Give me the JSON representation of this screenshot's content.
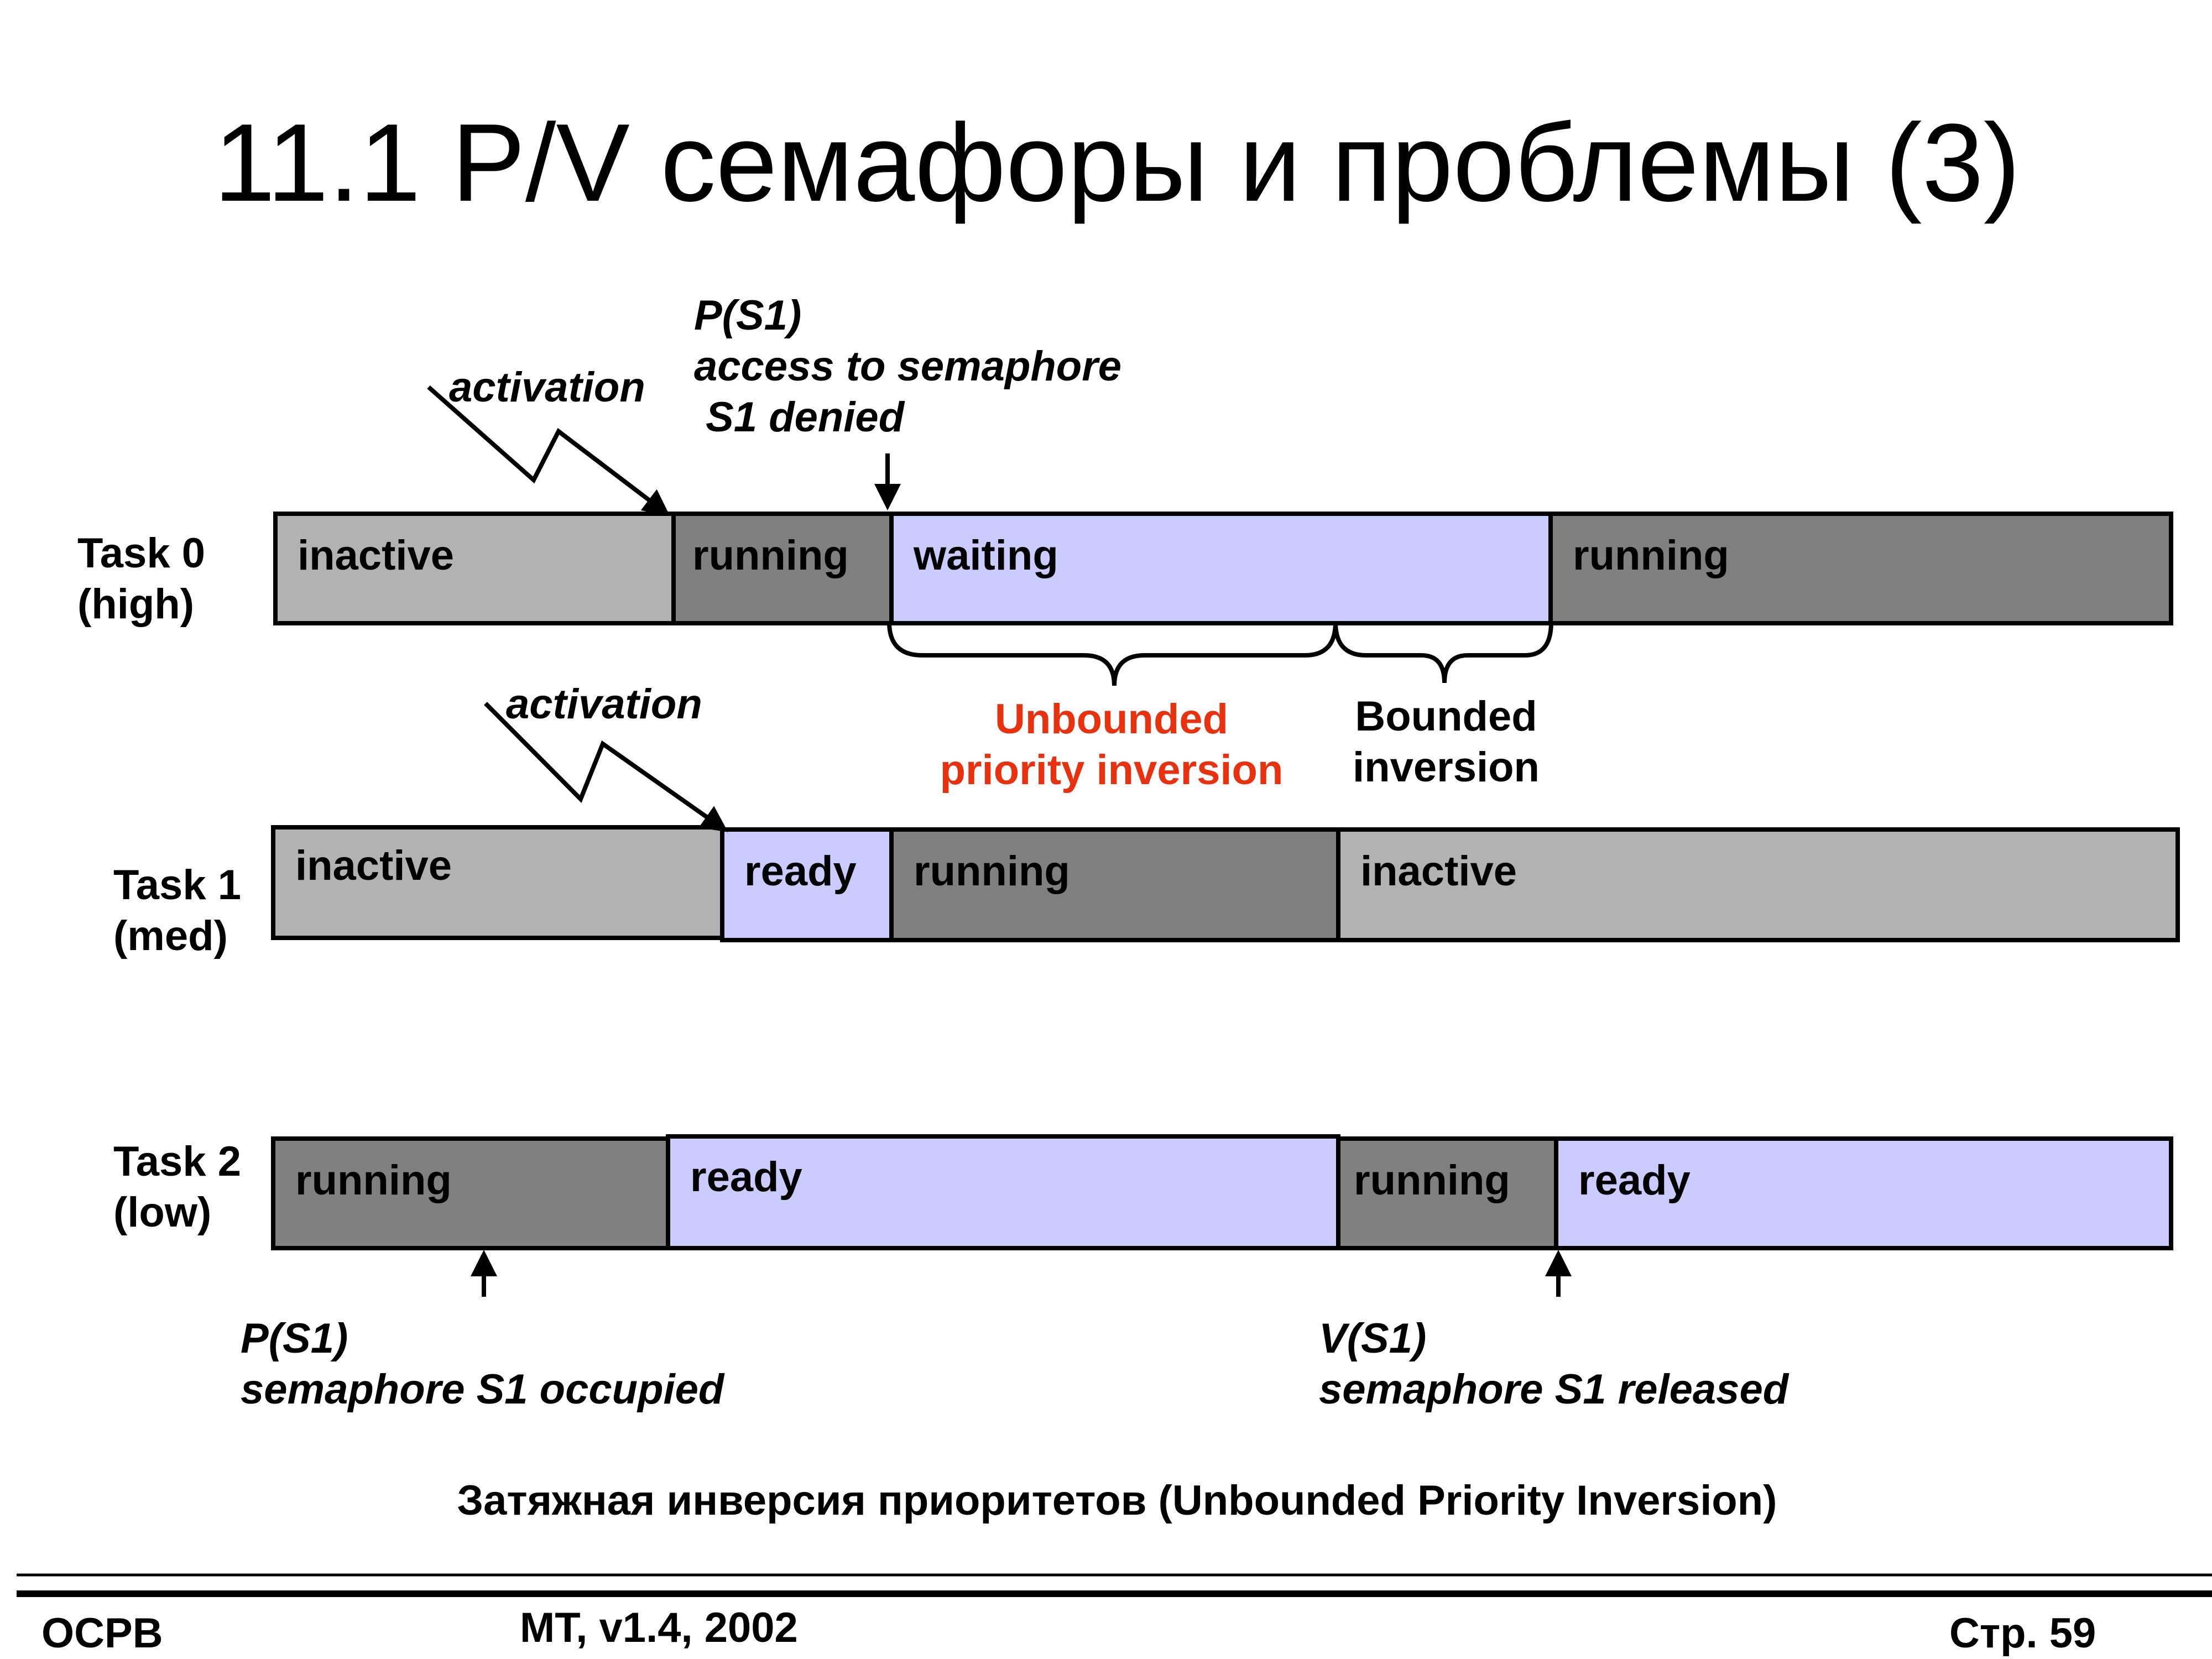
{
  "title": "11.1 P/V семафоры и проблемы (3)",
  "tasks": [
    {
      "label": [
        "Task 0",
        "(high)"
      ],
      "segments": [
        {
          "state": "inactive",
          "label": "inactive"
        },
        {
          "state": "running",
          "label": "running"
        },
        {
          "state": "waiting",
          "label": "waiting"
        },
        {
          "state": "running",
          "label": "running"
        }
      ]
    },
    {
      "label": [
        "Task 1",
        "(med)"
      ],
      "segments": [
        {
          "state": "inactive",
          "label": "inactive"
        },
        {
          "state": "ready",
          "label": "ready"
        },
        {
          "state": "running",
          "label": "running"
        },
        {
          "state": "inactive",
          "label": "inactive"
        }
      ]
    },
    {
      "label": [
        "Task 2",
        "(low)"
      ],
      "segments": [
        {
          "state": "running",
          "label": "running"
        },
        {
          "state": "ready",
          "label": "ready"
        },
        {
          "state": "running",
          "label": "running"
        },
        {
          "state": "ready",
          "label": "ready"
        }
      ]
    }
  ],
  "annotations": {
    "activation_task0": "activation",
    "activation_task1": "activation",
    "p_s1_task0": [
      "P(S1)",
      "access to semaphore",
      " S1 denied"
    ],
    "unbounded": [
      "Unbounded",
      "priority inversion"
    ],
    "bounded": [
      "Bounded",
      "inversion"
    ],
    "p_s1_task2": [
      "P(S1)",
      "semaphore S1 occupied"
    ],
    "v_s1_task2": [
      "V(S1)",
      "semaphore S1 released"
    ]
  },
  "colors": {
    "inactive": "#b2b2b2",
    "running": "#808080",
    "waiting": "#cbcbff",
    "ready": "#cbcbff",
    "unbounded_text": "#e8320f"
  },
  "caption": "Затяжная инверсия приоритетов (Unbounded Priority Inversion)",
  "footer": {
    "left": "OCPB",
    "center": "MT, v1.4, 2002",
    "right": "Стр. 59"
  }
}
